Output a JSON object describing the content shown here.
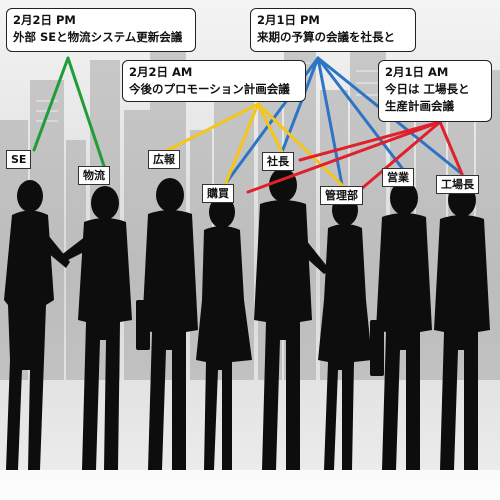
{
  "meetings": [
    {
      "id": "m1",
      "time": "2月2日 PM",
      "topic": "外部 SEと物流システム更新会議"
    },
    {
      "id": "m2",
      "time": "2月1日 PM",
      "topic": "来期の予算の会議を社長と"
    },
    {
      "id": "m3",
      "time": "2月2日 AM",
      "topic": "今後のプロモーション計画会議"
    },
    {
      "id": "m4",
      "time": "2月1日 AM",
      "topic_line1": "今日は 工場長と",
      "topic_line2": "生産計画会議"
    }
  ],
  "people": {
    "se": "SE",
    "butsuryu": "物流",
    "koho": "広報",
    "shacho": "社長",
    "konyu": "購買",
    "kanri": "管理部",
    "eigyo": "営業",
    "kojocho": "工場長"
  },
  "colors": {
    "green": "#1e9e3a",
    "blue": "#2c74c4",
    "yellow": "#f5c518",
    "red": "#e0202a"
  }
}
